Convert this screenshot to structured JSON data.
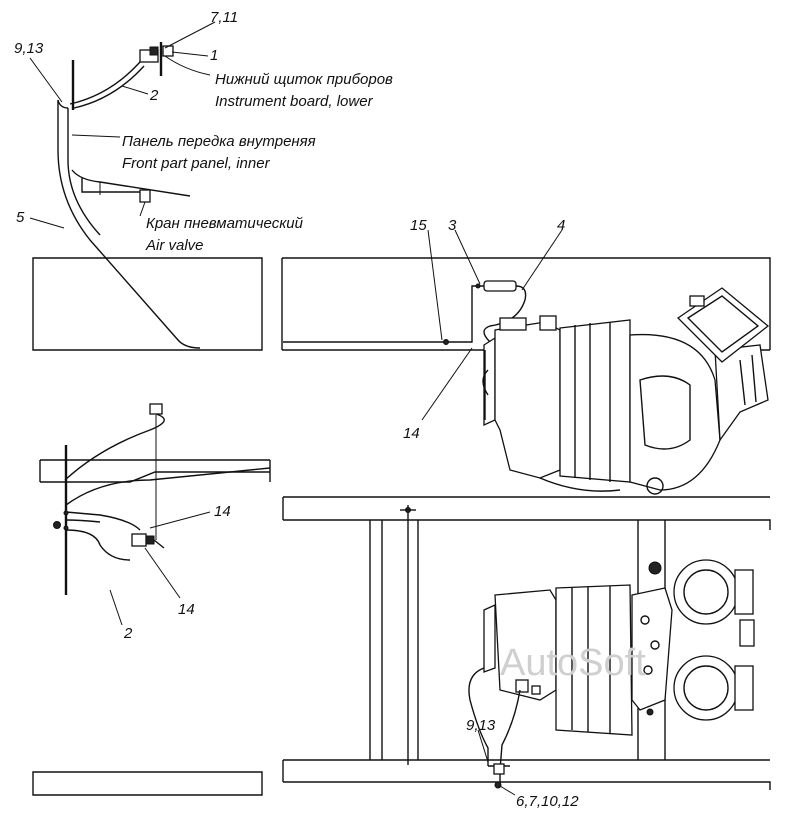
{
  "labels": {
    "instrument_board_ru": "Нижний щиток приборов",
    "instrument_board_en": "Instrument board, lower",
    "front_panel_ru": "Панель передка внутреняя",
    "front_panel_en": "Front part panel, inner",
    "air_valve_ru": "Кран пневматический",
    "air_valve_en": "Air valve"
  },
  "callouts": {
    "c_7_11": "7,11",
    "c_9_13_top": "9,13",
    "c_1": "1",
    "c_2_top": "2",
    "c_5": "5",
    "c_15": "15",
    "c_3": "3",
    "c_4": "4",
    "c_14_mid": "14",
    "c_14_left_a": "14",
    "c_14_left_b": "14",
    "c_2_left": "2",
    "c_9_13_bottom": "9,13",
    "c_6_7_10_12": "6,7,10,12"
  },
  "watermark": "AutoSoft"
}
